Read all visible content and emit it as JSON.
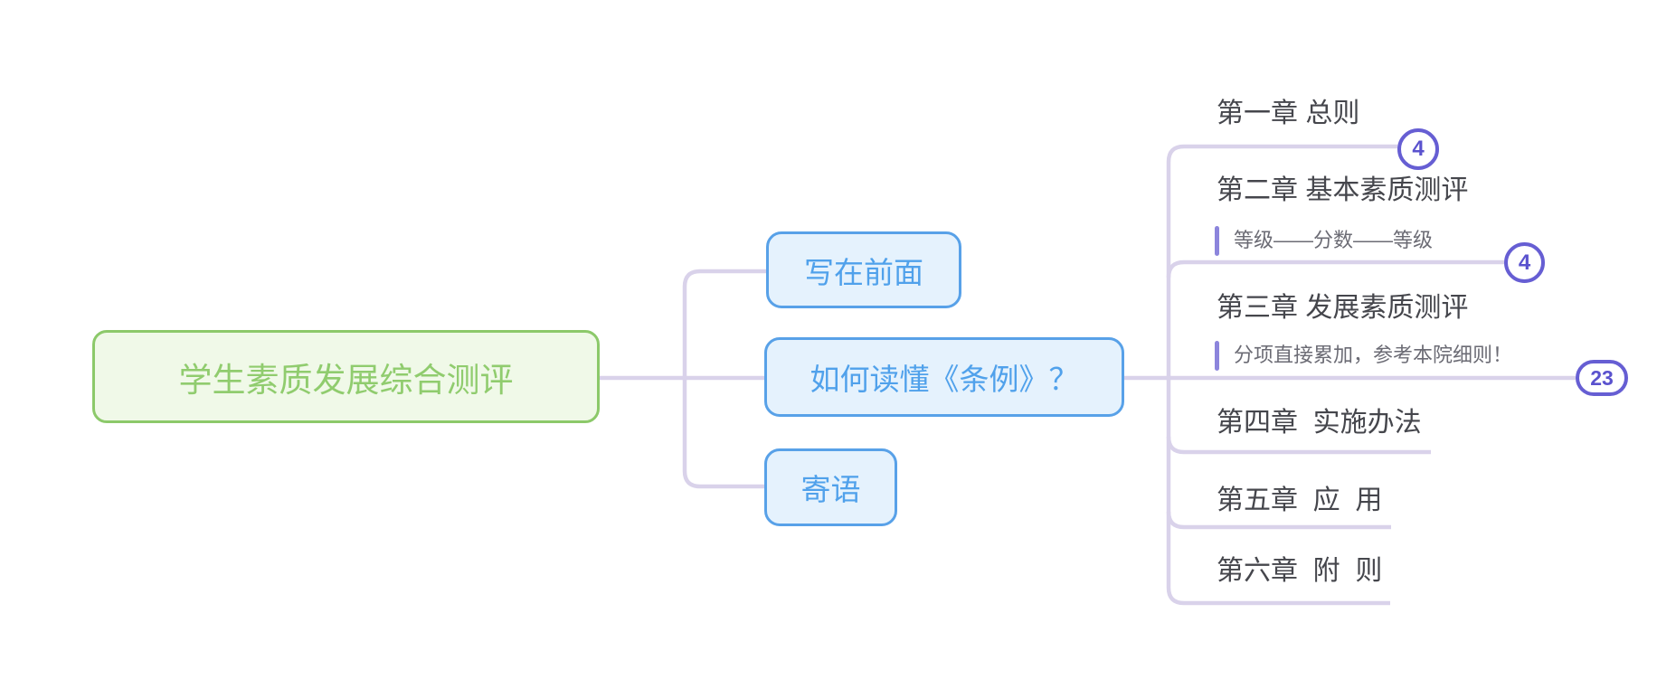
{
  "root": {
    "label": "学生素质发展综合测评"
  },
  "children": [
    {
      "id": "preface",
      "label": "写在前面"
    },
    {
      "id": "howtoread",
      "label": "如何读懂《条例》？"
    },
    {
      "id": "message",
      "label": "寄语"
    }
  ],
  "chapters": [
    {
      "label": "第一章 总则",
      "badge": "4"
    },
    {
      "label": "第二章 基本素质测评",
      "note": "等级——分数——等级",
      "badge": "4"
    },
    {
      "label": "第三章 发展素质测评",
      "note": "分项直接累加，参考本院细则！",
      "badge": "23"
    },
    {
      "label": "第四章  实施办法"
    },
    {
      "label": "第五章  应  用"
    },
    {
      "label": "第六章  附  则"
    }
  ],
  "colors": {
    "edge": "#D9D2EA",
    "root_border": "#8CC96A",
    "root_fill": "#F0F9E8",
    "root_text": "#90CC6E",
    "child_border": "#58A1E8",
    "child_fill": "#E5F2FD",
    "child_text": "#50A1EB",
    "chapter_text": "#45464C",
    "note_text": "#6B6B74",
    "note_bar": "#8C85DC",
    "badge": "#665ED3"
  }
}
